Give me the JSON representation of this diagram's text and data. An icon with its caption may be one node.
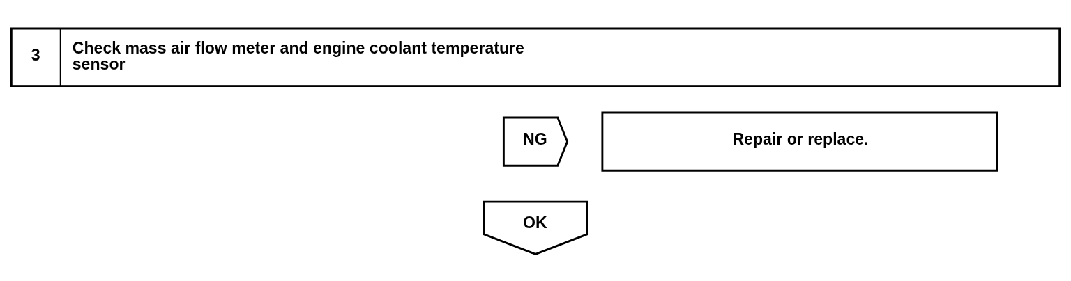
{
  "diagram": {
    "nodes": [
      {
        "text": [
          "3",
          "Check mass air flow meter and engine coolant temperature sensor"
        ]
      },
      {
        "text": [
          "NG"
        ]
      },
      {
        "text": [
          "Repair or replace."
        ]
      },
      {
        "text": [
          "OK"
        ]
      }
    ]
  }
}
